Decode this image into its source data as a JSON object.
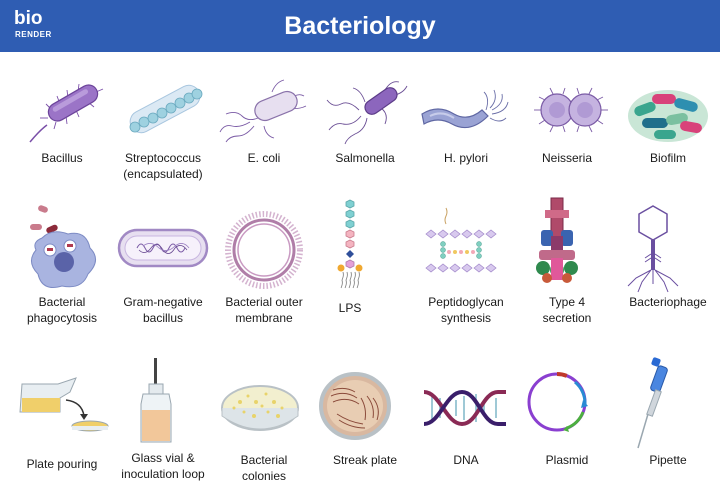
{
  "header": {
    "logo_top": "bio",
    "logo_bottom": "RENDER",
    "title": "Bacteriology",
    "color": "#2f5db3"
  },
  "rows": [
    [
      {
        "icon": "bacillus-icon",
        "label": "Bacillus"
      },
      {
        "icon": "streptococcus-icon",
        "label": "Streptococcus\n(encapsulated)"
      },
      {
        "icon": "e-coli-icon",
        "label": "E. coli"
      },
      {
        "icon": "salmonella-icon",
        "label": "Salmonella"
      },
      {
        "icon": "h-pylori-icon",
        "label": "H. pylori"
      },
      {
        "icon": "neisseria-icon",
        "label": "Neisseria"
      },
      {
        "icon": "biofilm-icon",
        "label": "Biofilm"
      }
    ],
    [
      {
        "icon": "phagocytosis-icon",
        "label": "Bacterial\nphagocytosis"
      },
      {
        "icon": "gram-negative-bacillus-icon",
        "label": "Gram-negative\nbacillus"
      },
      {
        "icon": "outer-membrane-icon",
        "label": "Bacterial outer\nmembrane"
      },
      {
        "icon": "lps-icon",
        "label": "LPS"
      },
      {
        "icon": "peptidoglycan-icon",
        "label": "Peptidoglycan\nsynthesis"
      },
      {
        "icon": "type4-secretion-icon",
        "label": "Type 4\nsecretion"
      },
      {
        "icon": "bacteriophage-icon",
        "label": "Bacteriophage"
      }
    ],
    [
      {
        "icon": "plate-pouring-icon",
        "label": "Plate pouring"
      },
      {
        "icon": "glass-vial-icon",
        "label": "Glass vial &\ninoculation loop"
      },
      {
        "icon": "bacterial-colonies-icon",
        "label": "Bacterial\ncolonies"
      },
      {
        "icon": "streak-plate-icon",
        "label": "Streak plate"
      },
      {
        "icon": "dna-icon",
        "label": "DNA"
      },
      {
        "icon": "plasmid-icon",
        "label": "Plasmid"
      },
      {
        "icon": "pipette-icon",
        "label": "Pipette"
      }
    ]
  ]
}
